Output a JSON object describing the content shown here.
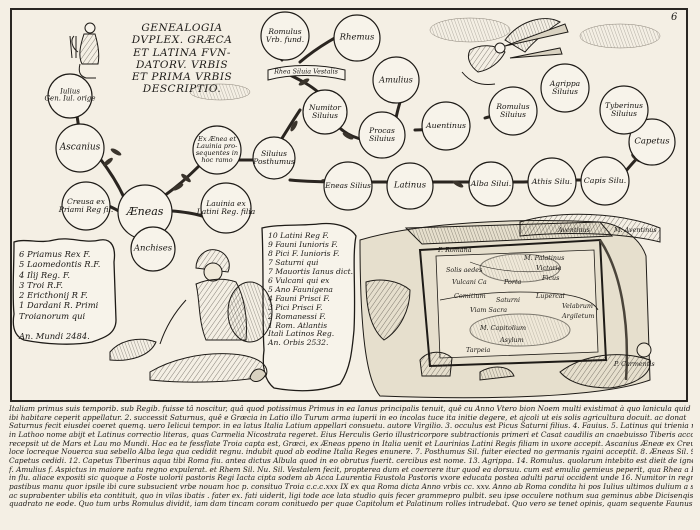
{
  "page_number": "6",
  "title_lines": [
    "GENEALOGIA",
    "DVPLEX. GRÆCA",
    "ET LATINA FVN-",
    "DATORV. VRBIS",
    "ET PRIMA VRBIS",
    "DESCRIPTIO."
  ],
  "medallions": [
    {
      "id": "iulius",
      "text": "Iulius\nGen. Iul. orige"
    },
    {
      "id": "ascanius",
      "text": "Ascanius"
    },
    {
      "id": "creusa",
      "text": "Creusa ex\nPriami Reg fil."
    },
    {
      "id": "aeneas",
      "text": "Æneas"
    },
    {
      "id": "anchises",
      "text": "Anchises"
    },
    {
      "id": "ex-aeneas",
      "text": "Ex Ænea et\nLauinia pro-\nsequentes in\nhoc ramo"
    },
    {
      "id": "lauinia",
      "text": "Lauinia ex\nLatini Reg. filia"
    },
    {
      "id": "siluius-posthumus",
      "text": "Siluius\nPosthumus"
    },
    {
      "id": "eneas-silius",
      "text": "Eneas Silius"
    },
    {
      "id": "latinus",
      "text": "Latinus"
    },
    {
      "id": "alba-silui",
      "text": "Alba Silui."
    },
    {
      "id": "athis-silu",
      "text": "Athis Silu."
    },
    {
      "id": "capis-silu",
      "text": "Capis Silu."
    },
    {
      "id": "capetus",
      "text": "Capetus"
    },
    {
      "id": "numitor",
      "text": "Numitor\nSiluius"
    },
    {
      "id": "procas",
      "text": "Procas\nSiluius"
    },
    {
      "id": "auentinus",
      "text": "Auentinus"
    },
    {
      "id": "amulius",
      "text": "Amulius"
    },
    {
      "id": "romulus-siluius",
      "text": "Romulus\nSiluius"
    },
    {
      "id": "agrippa",
      "text": "Agrippa\nSiluius"
    },
    {
      "id": "tyberinus",
      "text": "Tyberinus\nSiluius"
    },
    {
      "id": "romulus-urb",
      "text": "Romulus\nVrb. fund."
    },
    {
      "id": "rhemus",
      "text": "Rhemus"
    }
  ],
  "rhea_label": "Rhea Siluia Vestalis",
  "left_cartouche_lines": [
    "6 Priamus Rex F.",
    "5 Laomedontis R.F.",
    "4 Ilij Reg. F.",
    "3 Troi R.F.",
    "2 Ericthonij R F.",
    "1 Dardani R. Primi",
    "   Troianorum qui",
    "",
    "   An. Mundi 2484."
  ],
  "right_cartouche_lines": [
    "10 Latini Reg F.",
    "9 Fauni Iunioris F.",
    "8 Pici F. Iunioris F.",
    "7 Saturni qui",
    "7 Mauortis Ianus dict.",
    "6 Vulcani qui ex",
    "5 Ano Faunigena",
    "4 Fauni Prisci F.",
    "3 Pici Prisci F.",
    "2 Romanessi F.",
    "1 Rom. Atlantis",
    "   Itali Latinos Reg.",
    "   An. Orbis 2532."
  ],
  "map_labels": [
    "P. Romana",
    "Aventinus",
    "M. Aventinus",
    "M. Palatinus",
    "Victoria",
    "Ficus",
    "Solis aedes",
    "Vulcani Ca",
    "Porta",
    "Saturni",
    "Viam Sacra",
    "Lupercal",
    "Velabrum",
    "Argiletum",
    "M. Capitolium",
    "Asylum",
    "Tarpeia",
    "P. Carmentis",
    "Comitium"
  ],
  "caption_lines": [
    "Italiam primus suis temporib. sub Regib. fuisse tâ noscitur, quâ quod potissimus Primus in ea Ianus principalis tenuit, quê cu Anno Vtero bion Noem multi existimat à quo lanicula quid",
    "ibi habitare ceperit appellatur. 2. successit Saturnus, quê e Græcia in Latio illo Turum arma iuperii in eo incolas tuce ita initie degere, et ajcoli ut eis solis agricultura docuit. ac donat",
    "Saturnus fecit eiusdei coeret quemq. uero Ielicui tempor. in ea latus Italia Latium appellari consuetu. autore Virgilio. 3. occulus est Picus Saturni filius. 4. Fauius. 5. Latinus qui trienia regnauit vndeet",
    "in Lathoo nome abijt et Latinus correctio literas, quas Carmelia Nicostrata regeret. Eius Herculis Gerio illustricorpore subtractionis primeri et Casat caudilis an cnaebuisso Tiberis accola appositore, benedy",
    "recepsit ut de Mars et Lau mo Mundi. Hac ea te fessflate Troia capta est, Græci, ex Æneas ppeno in Italia uenit et Laurinias Latini Regis filiam in uxore accepit. Ascanius Æneæ ex Creusa fil. qui",
    "loce locreque Nouerca sua sebello Alba lega qua cedidit regnu. indubit quod ab eodine Italia Reges enunere. 7. Posthumus Sil. fuiter eiected no germanis rgaini acceptit. 8. Æneas Sil. 9. Alba. 10. Athis. 11. Capis",
    "Capetus cedidi. 12. Capetus Tiberinus aqua tibi Roma fiu. antea dictus Albula quod in eo obrutus fuerit. cercibus est nome. 13. Agrippa. 14. Romulus. quolarum intebito est dieit de igneis de sibulo lateris. 15. Aventinus",
    "f. Amulius f. Aspictus in maiore natu regno expulerat. et Rhem Sil. Nu. Sil. Vestalem fecit, propterea dum et coercere itur quod ea dorsuu. cum est emulia gemieus peperit, qua Rhea a Patre, niunda, et Gemino",
    "in flu. aliace expositi sic quoque a Foste uolorii pastoris Regi Iacta cipta sodem ab Acca Laurentia Faustola Pastoris vxore educata postea adulti parui occident unde 16. Numitor in regnis successit. At vero Romulus cu effectis Fissor,",
    "pastibus manu quor ipsile ibi cure subsucient vrbe nouam hoc p. consituo Troia c.c.c.xxx IX ex qua Roma dicta Anno vrbis cc. xxv. Anno ab Roma condita hi pos Iulius ultimos dulium a sto mens deinde aduenit",
    "ac suprabenter ubilis eta contituit, quo in vilas ibatis . fater ex. fati uiderit, ligi tode ace lata studio quis fecer grammepro pulbit. seu ipse occulere nothum sua geminus abbe Dicisenqiste hic Roma in bua. a",
    "quadrato ne eode. Quo tum urbs Romulus dividit, iam dam tincam coram conituedo per quae Capitolum et Palatinum rolles intrudebat. Quo vero se tenet opinis, quam sequente Faunus cum omnibus fert Reisembesbur."
  ]
}
